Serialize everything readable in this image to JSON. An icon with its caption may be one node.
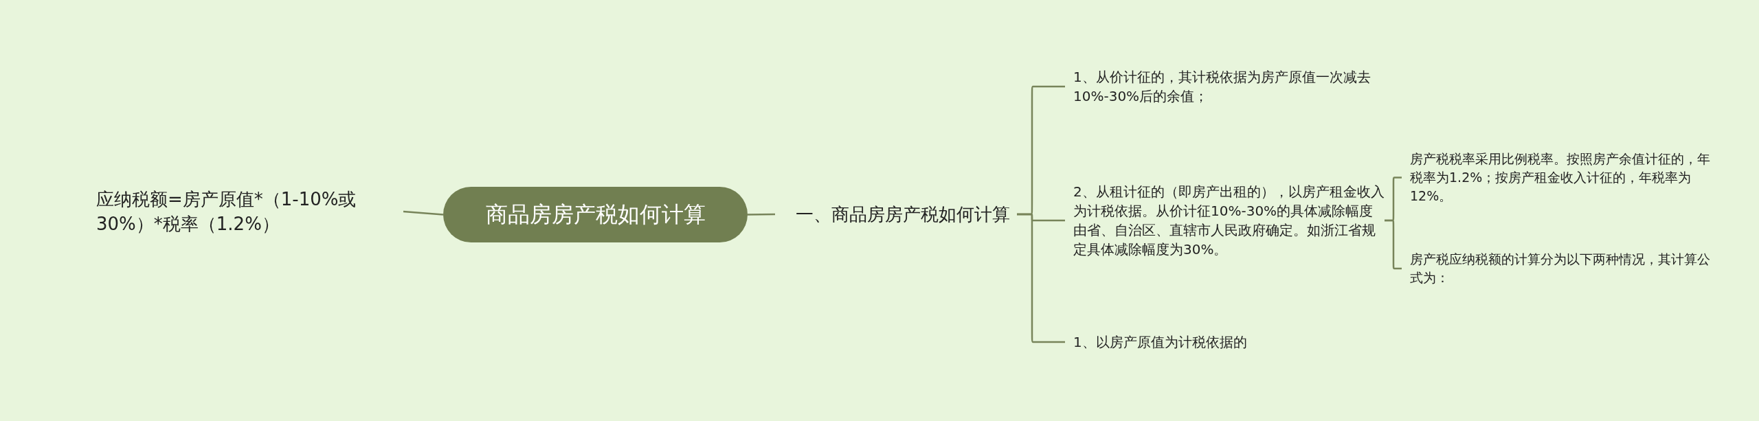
{
  "diagram": {
    "nodes": [
      {
        "text": [
          "应纳税额=房产原值*（1-10%或30%）*税率（1.2%）"
        ]
      },
      {
        "text": [
          "商品房房产税如何计算"
        ]
      },
      {
        "text": [
          "一、商品房房产税如何计算"
        ]
      },
      {
        "text": [
          "1、从价计征的，其计税依据为房产原值一次减去10%-30%后的余值；"
        ]
      },
      {
        "text": [
          "2、从租计征的（即房产出租的），以房产租金收入为计税依据。从价计征10%-30%的具体减除幅度由省、自治区、直辖市人民政府确定。如浙江省规定具体减除幅度为30%。"
        ]
      },
      {
        "text": [
          "房产税税率采用比例税率。按照房产余值计征的，年税率为1.2%；按房产租金收入计征的，年税率为12%。"
        ]
      },
      {
        "text": [
          "房产税应纳税额的计算分为以下两种情况，其计算公式为："
        ]
      },
      {
        "text": [
          "1、以房产原值为计税依据的"
        ]
      }
    ],
    "edges": [
      {
        "from": 1,
        "to": 0,
        "arrow": "none"
      },
      {
        "from": 1,
        "to": 2,
        "arrow": "none"
      },
      {
        "from": 2,
        "to": 3,
        "arrow": "none"
      },
      {
        "from": 2,
        "to": 4,
        "arrow": "none"
      },
      {
        "from": 2,
        "to": 7,
        "arrow": "none"
      },
      {
        "from": 4,
        "to": 5,
        "arrow": "none"
      },
      {
        "from": 4,
        "to": 6,
        "arrow": "none"
      }
    ]
  }
}
